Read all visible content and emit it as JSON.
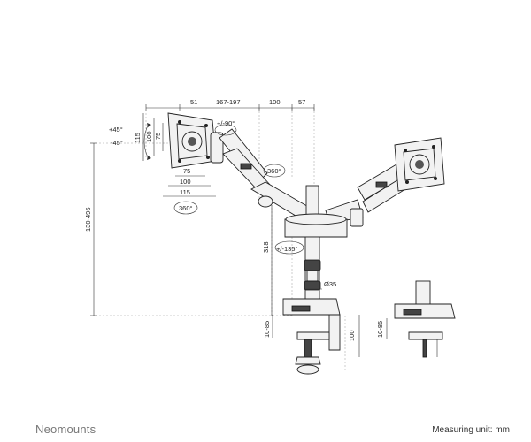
{
  "brand": "Neomounts",
  "measuring_unit": "Measuring unit: mm",
  "dimensions": {
    "d51": "51",
    "d167_197": "167-197",
    "d100_top": "100",
    "d57": "57",
    "tilt_up": "+45°",
    "tilt_down": "-45°",
    "h115": "115",
    "h100": "100",
    "h75": "75",
    "w75": "75",
    "w100": "100",
    "w115": "115",
    "rot_90": "+/-90°",
    "rot_360_arm": "360°",
    "rot_360_plate": "360°",
    "height_range": "130-496",
    "h318": "318",
    "rot_135": "+/-135°",
    "pole_dia": "Ø35",
    "clamp_1085": "10-85",
    "clamp_100": "100",
    "clamp_1085_right": "10-85"
  }
}
